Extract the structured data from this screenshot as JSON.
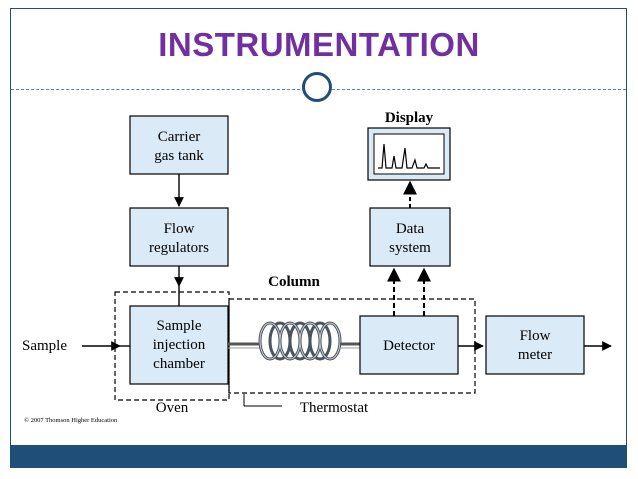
{
  "slide": {
    "title": "INSTRUMENTATION",
    "accent_color": "#7030a0",
    "theme_color": "#1f4e79"
  },
  "diagram": {
    "boxes": {
      "carrier_line1": "Carrier",
      "carrier_line2": "gas tank",
      "flow_reg_line1": "Flow",
      "flow_reg_line2": "regulators",
      "sample_inj_line1": "Sample",
      "sample_inj_line2": "injection",
      "sample_inj_line3": "chamber",
      "detector": "Detector",
      "data_sys_line1": "Data",
      "data_sys_line2": "system",
      "flow_meter_line1": "Flow",
      "flow_meter_line2": "meter"
    },
    "labels": {
      "display": "Display",
      "column": "Column",
      "sample": "Sample",
      "oven": "Oven",
      "thermostat": "Thermostat",
      "copyright": "© 2007 Thomson Higher Education"
    },
    "box_fill": "#dbeaf7"
  }
}
